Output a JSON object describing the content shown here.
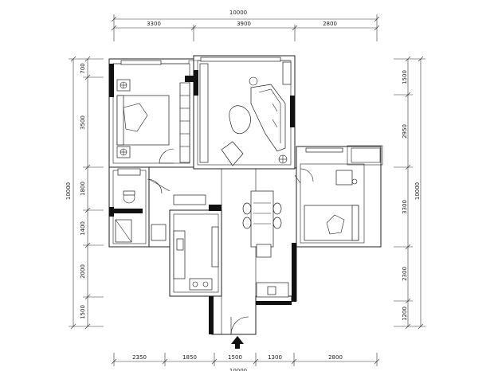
{
  "plan": {
    "top_total": "10000",
    "top_segments": [
      "3300",
      "3900",
      "2800"
    ],
    "bottom_total": "10000",
    "bottom_segments": [
      "2350",
      "1850",
      "1500",
      "1300",
      "2800"
    ],
    "left_total": "10000",
    "left_segments": [
      "700",
      "3500",
      "1800",
      "1400",
      "2000",
      "1500"
    ],
    "right_total": "10000",
    "right_segments": [
      "1500",
      "2950",
      "3300",
      "2300",
      "1200"
    ],
    "colors": {
      "wall": "#111111",
      "line": "#222222",
      "background": "#ffffff"
    },
    "entrance_marker": "arrow-up"
  }
}
